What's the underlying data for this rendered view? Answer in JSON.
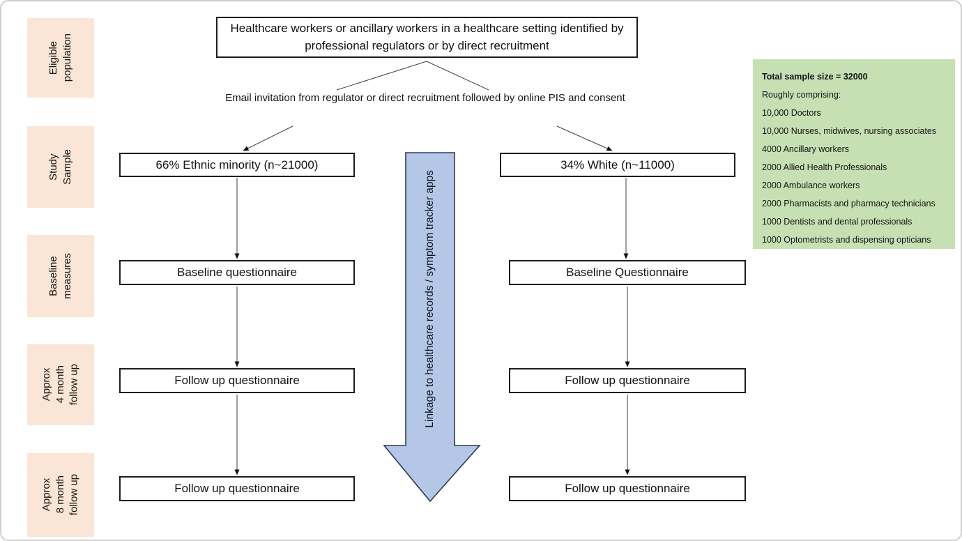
{
  "colors": {
    "stage_bg": "#fbe5d6",
    "summary_bg": "#c6e0b4",
    "arrow_fill": "#b4c7e7",
    "arrow_stroke": "#2e3b52",
    "box_border": "#1c1c1c",
    "connector_line": "#3f3f3f"
  },
  "stages": [
    {
      "label": "Eligible\npopulation"
    },
    {
      "label": "Study\nSample"
    },
    {
      "label": "Baseline\nmeasures"
    },
    {
      "label": "Approx\n4 month\nfollow up"
    },
    {
      "label": "Approx\n8 month\nfollow up"
    }
  ],
  "flow": {
    "top_box": "Healthcare workers or ancillary workers in a healthcare setting identified by professional regulators or by direct recruitment",
    "email_note": "Email invitation from regulator or direct recruitment followed by online PIS and consent",
    "left_branch": {
      "sample": "66% Ethnic minority (n~21000)",
      "baseline": "Baseline questionnaire",
      "followup_4m": "Follow up questionnaire",
      "followup_8m": "Follow up questionnaire"
    },
    "right_branch": {
      "sample": "34% White (n~11000)",
      "baseline": "Baseline Questionnaire",
      "followup_4m": "Follow up questionnaire",
      "followup_8m": "Follow up questionnaire"
    },
    "linkage_arrow_label": "Linkage to healthcare records / symptom tracker apps"
  },
  "sample_summary": {
    "title": "Total sample size = 32000",
    "subtitle": "Roughly comprising:",
    "items": [
      "10,000 Doctors",
      "10,000 Nurses, midwives, nursing associates",
      "4000 Ancillary workers",
      "2000 Allied Health Professionals",
      "2000 Ambulance workers",
      "2000 Pharmacists and pharmacy technicians",
      "1000 Dentists and dental professionals",
      "1000 Optometrists and dispensing opticians"
    ]
  }
}
